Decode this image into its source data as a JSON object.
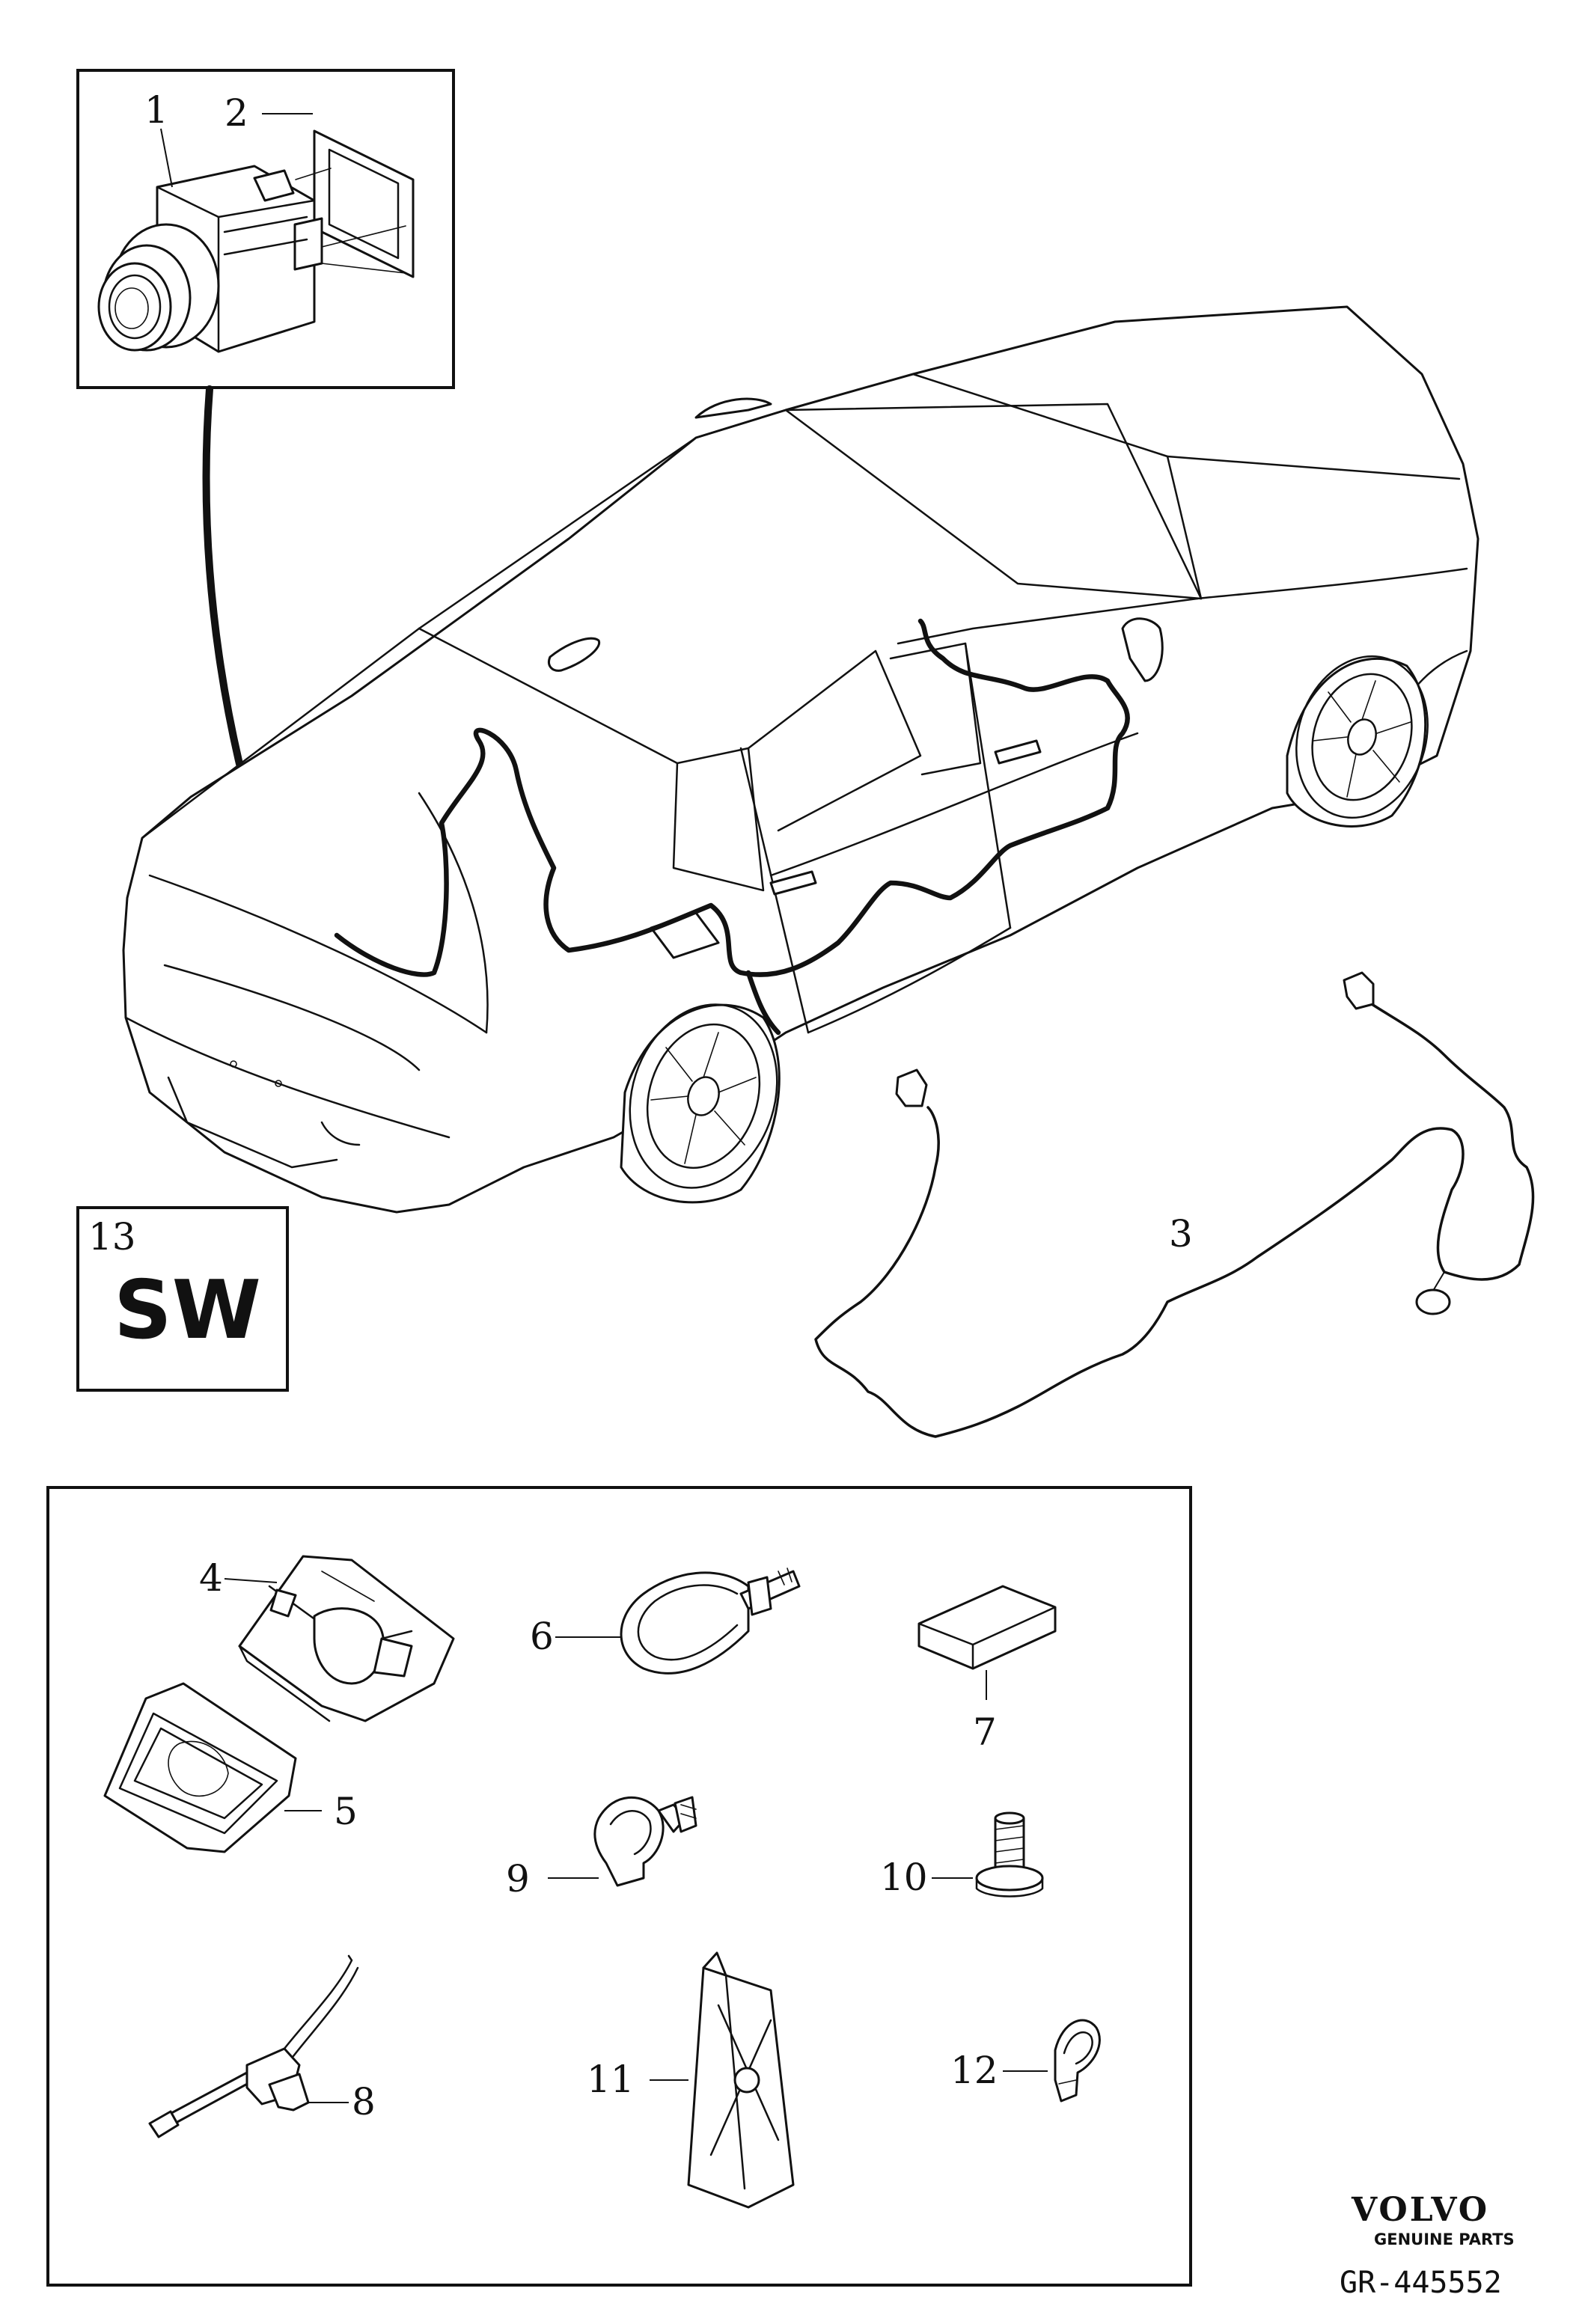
{
  "callouts": {
    "c1": "1",
    "c2": "2",
    "c3": "3",
    "c4": "4",
    "c5": "5",
    "c6": "6",
    "c7": "7",
    "c8": "8",
    "c9": "9",
    "c10": "10",
    "c11": "11",
    "c12": "12",
    "c13": "13"
  },
  "variant_box": {
    "code": "SW"
  },
  "brand": {
    "name": "VOLVO",
    "tagline": "GENUINE PARTS"
  },
  "reference": "GR-445552"
}
